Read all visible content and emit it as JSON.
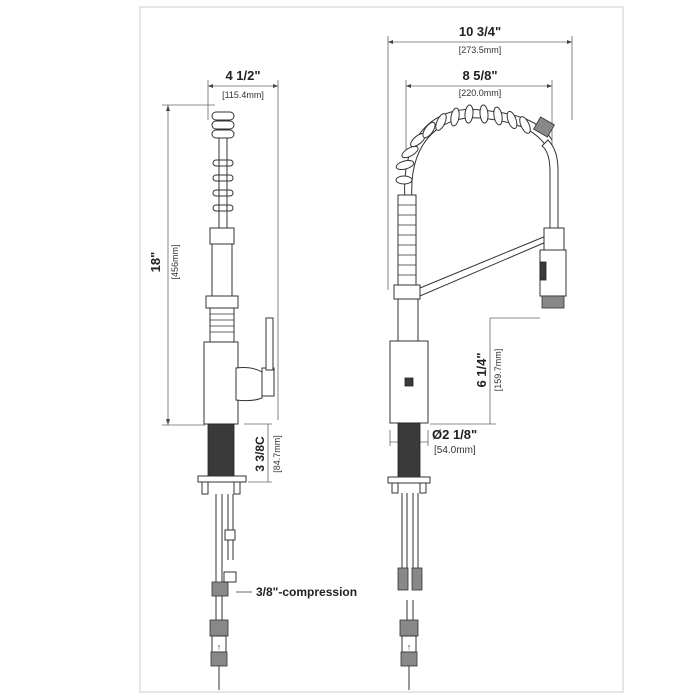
{
  "dimensions": {
    "side_width": {
      "label": "4 1/2\"",
      "metric": "[115.4mm]"
    },
    "height": {
      "label": "18\"",
      "metric": "[456mm]"
    },
    "base_height": {
      "label": "3 3/8C",
      "metric": "[84.7mm]"
    },
    "total_reach": {
      "label": "10 3/4\"",
      "metric": "[273.5mm]"
    },
    "spout_reach": {
      "label": "8 5/8\"",
      "metric": "[220.0mm]"
    },
    "spout_height": {
      "label": "6 1/4\"",
      "metric": "[159.7mm]"
    },
    "base_diameter": {
      "label": "Ø2 1/8\"",
      "metric": "[54.0mm]"
    }
  },
  "callouts": {
    "compression": "3/8\"-compression"
  },
  "colors": {
    "line": "#333333",
    "dimension": "#666666",
    "frame": "#cccccc"
  }
}
